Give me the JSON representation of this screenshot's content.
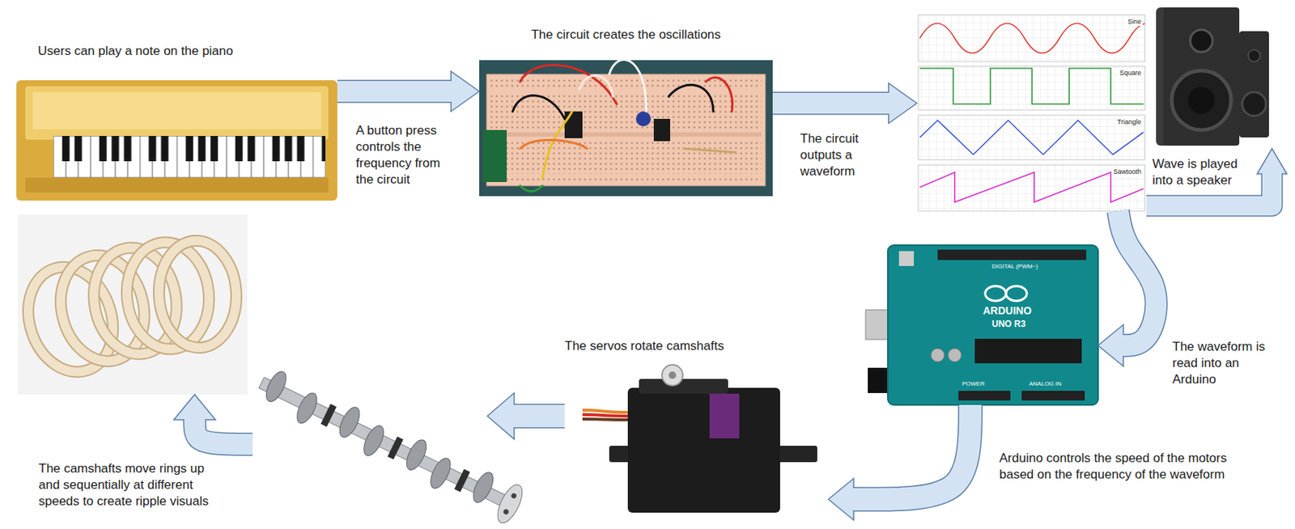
{
  "diagram": {
    "nodes": [
      {
        "text": [
          "Users can play a note on the piano"
        ]
      },
      {
        "text": [
          "The circuit creates the oscillations"
        ]
      },
      {
        "text": [
          "Sine",
          "Square",
          "Triangle",
          "Sawtooth"
        ]
      },
      {
        "text": [
          "Wave is played into a speaker"
        ]
      },
      {
        "text": [
          "DIGITAL (PWM~)",
          "ARDUINO",
          "UNO R3",
          "POWER",
          "ANALOG IN"
        ]
      },
      {
        "text": [
          "The servos rotate camshafts"
        ]
      },
      {
        "text": []
      },
      {
        "text": [
          "The camshafts move rings up and sequentially at different speeds to create ripple visuals"
        ]
      }
    ],
    "edges": [
      {
        "from": 0,
        "to": 1,
        "label": "A button press controls the frequency from the circuit",
        "arrow": "to"
      },
      {
        "from": 1,
        "to": 2,
        "label": "The circuit outputs a waveform",
        "arrow": "to"
      },
      {
        "from": 2,
        "to": 3,
        "arrow": "to"
      },
      {
        "from": 2,
        "to": 4,
        "label": "The waveform is read into an Arduino",
        "arrow": "to"
      },
      {
        "from": 4,
        "to": 5,
        "label": "Arduino controls the speed of the motors based on the frequency of the waveform",
        "arrow": "to"
      },
      {
        "from": 5,
        "to": 6,
        "arrow": "to"
      },
      {
        "from": 6,
        "to": 7,
        "arrow": "to"
      }
    ]
  }
}
